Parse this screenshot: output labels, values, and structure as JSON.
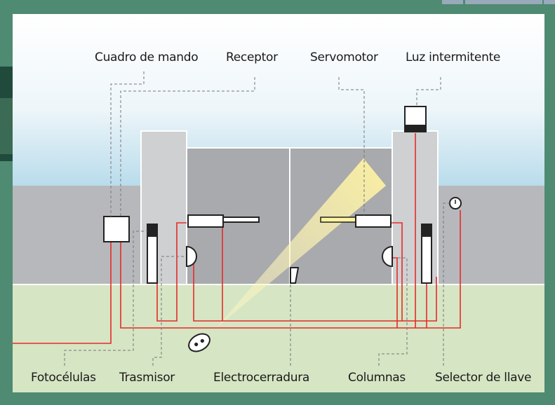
{
  "labels": {
    "control_box": "Cuadro de mando",
    "receiver": "Receptor",
    "servomotor": "Servomotor",
    "flashing_light": "Luz intermitente",
    "photocells": "Fotocélulas",
    "transmitter": "Trasmisor",
    "electric_lock": "Electrocerradura",
    "columns": "Columnas",
    "key_selector": "Selector de llave"
  },
  "colors": {
    "border": "#4f8a73",
    "sky_top": "#ffffff",
    "sky_bottom": "#b9dceb",
    "wall": "#b7b8bb",
    "ground": "#d6e5c3",
    "gate": "#a9aaad",
    "column": "#cfd0d2",
    "wire": "#e52a2a",
    "leader": "#777777",
    "beam": "#fff3a0"
  }
}
